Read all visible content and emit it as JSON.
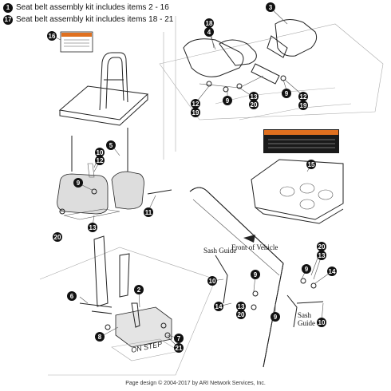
{
  "legend": [
    {
      "num": "1",
      "text": "Seat belt assembly kit includes items 2 - 16"
    },
    {
      "num": "17",
      "text": "Seat belt assembly kit includes items 18 - 21"
    }
  ],
  "callouts": {
    "c16": "16",
    "c18a": "18",
    "c4": "4",
    "c3": "3",
    "c9a": "9",
    "c12a": "12",
    "c19a": "19",
    "c13a": "13",
    "c20a": "20",
    "c9b": "9",
    "c12b": "12",
    "c19b": "19",
    "c15": "15",
    "c10a": "10",
    "c12c": "12",
    "c5": "5",
    "c9c": "9",
    "c11": "11",
    "c13b": "13",
    "c20b": "20",
    "c20c": "20",
    "c13c": "13",
    "c9d": "9",
    "c10b": "10",
    "c9e": "9",
    "c14a": "14",
    "c13d": "13",
    "c20d": "20",
    "c14b": "14",
    "c9f": "9",
    "c10c": "10",
    "c6": "6",
    "c2": "2",
    "c8": "8",
    "c7": "7",
    "c21": "21"
  },
  "annotations": {
    "front_of_vehicle": "Front of Vehicle",
    "sash_guide_left_1": "Sash Guide",
    "sash_guide_right_1": "Sash",
    "sash_guide_right_2": "Guide"
  },
  "footer": "Page design © 2004-2017 by ARI Network Services, Inc."
}
